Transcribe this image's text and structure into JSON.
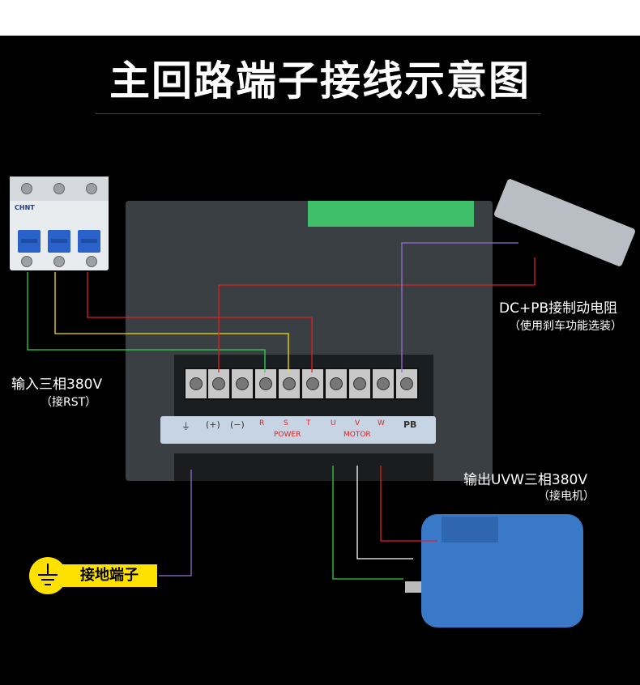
{
  "title": "主回路端子接线示意图",
  "labels": {
    "dc_pb": "DC+PB接制动电阻",
    "dc_pb_note": "（使用刹车功能选装）",
    "input": "输入三相380V",
    "input_note": "（接RST）",
    "output": "输出UVW三相380V",
    "output_note": "（接电机）",
    "ground": "接地端子"
  },
  "breaker": {
    "brand": "CHNT"
  },
  "terminal_strip": {
    "cells": [
      "⏚",
      "(+)",
      "(−)",
      "R",
      "S",
      "T",
      "U",
      "V",
      "W",
      "PB"
    ],
    "power": "POWER",
    "motor": "MOTOR"
  },
  "colors": {
    "wire_red": "#e02020",
    "wire_yellow": "#f5e000",
    "wire_green": "#2fd04a",
    "wire_purple": "#9b6bd6",
    "wire_white": "#ffffff",
    "ground_badge": "#ffe100"
  }
}
